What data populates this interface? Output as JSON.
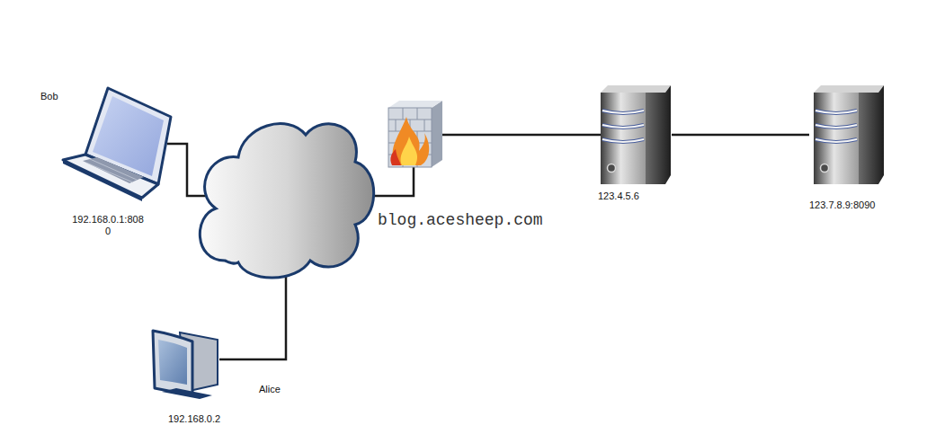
{
  "diagram": {
    "nodes": [
      {
        "text": [
          "Bob",
          "192.168.0.1:808 0"
        ]
      },
      {
        "text": [
          "123.4.5.6"
        ]
      },
      {
        "text": [
          "123.7.8.9:8090"
        ]
      },
      {
        "text": [
          "Alice",
          "192.168.0.2"
        ]
      }
    ],
    "edges": [
      {
        "from": 1,
        "to": 2,
        "arrow": "none"
      }
    ],
    "labels": [
      "blog.acesheep.com"
    ]
  }
}
